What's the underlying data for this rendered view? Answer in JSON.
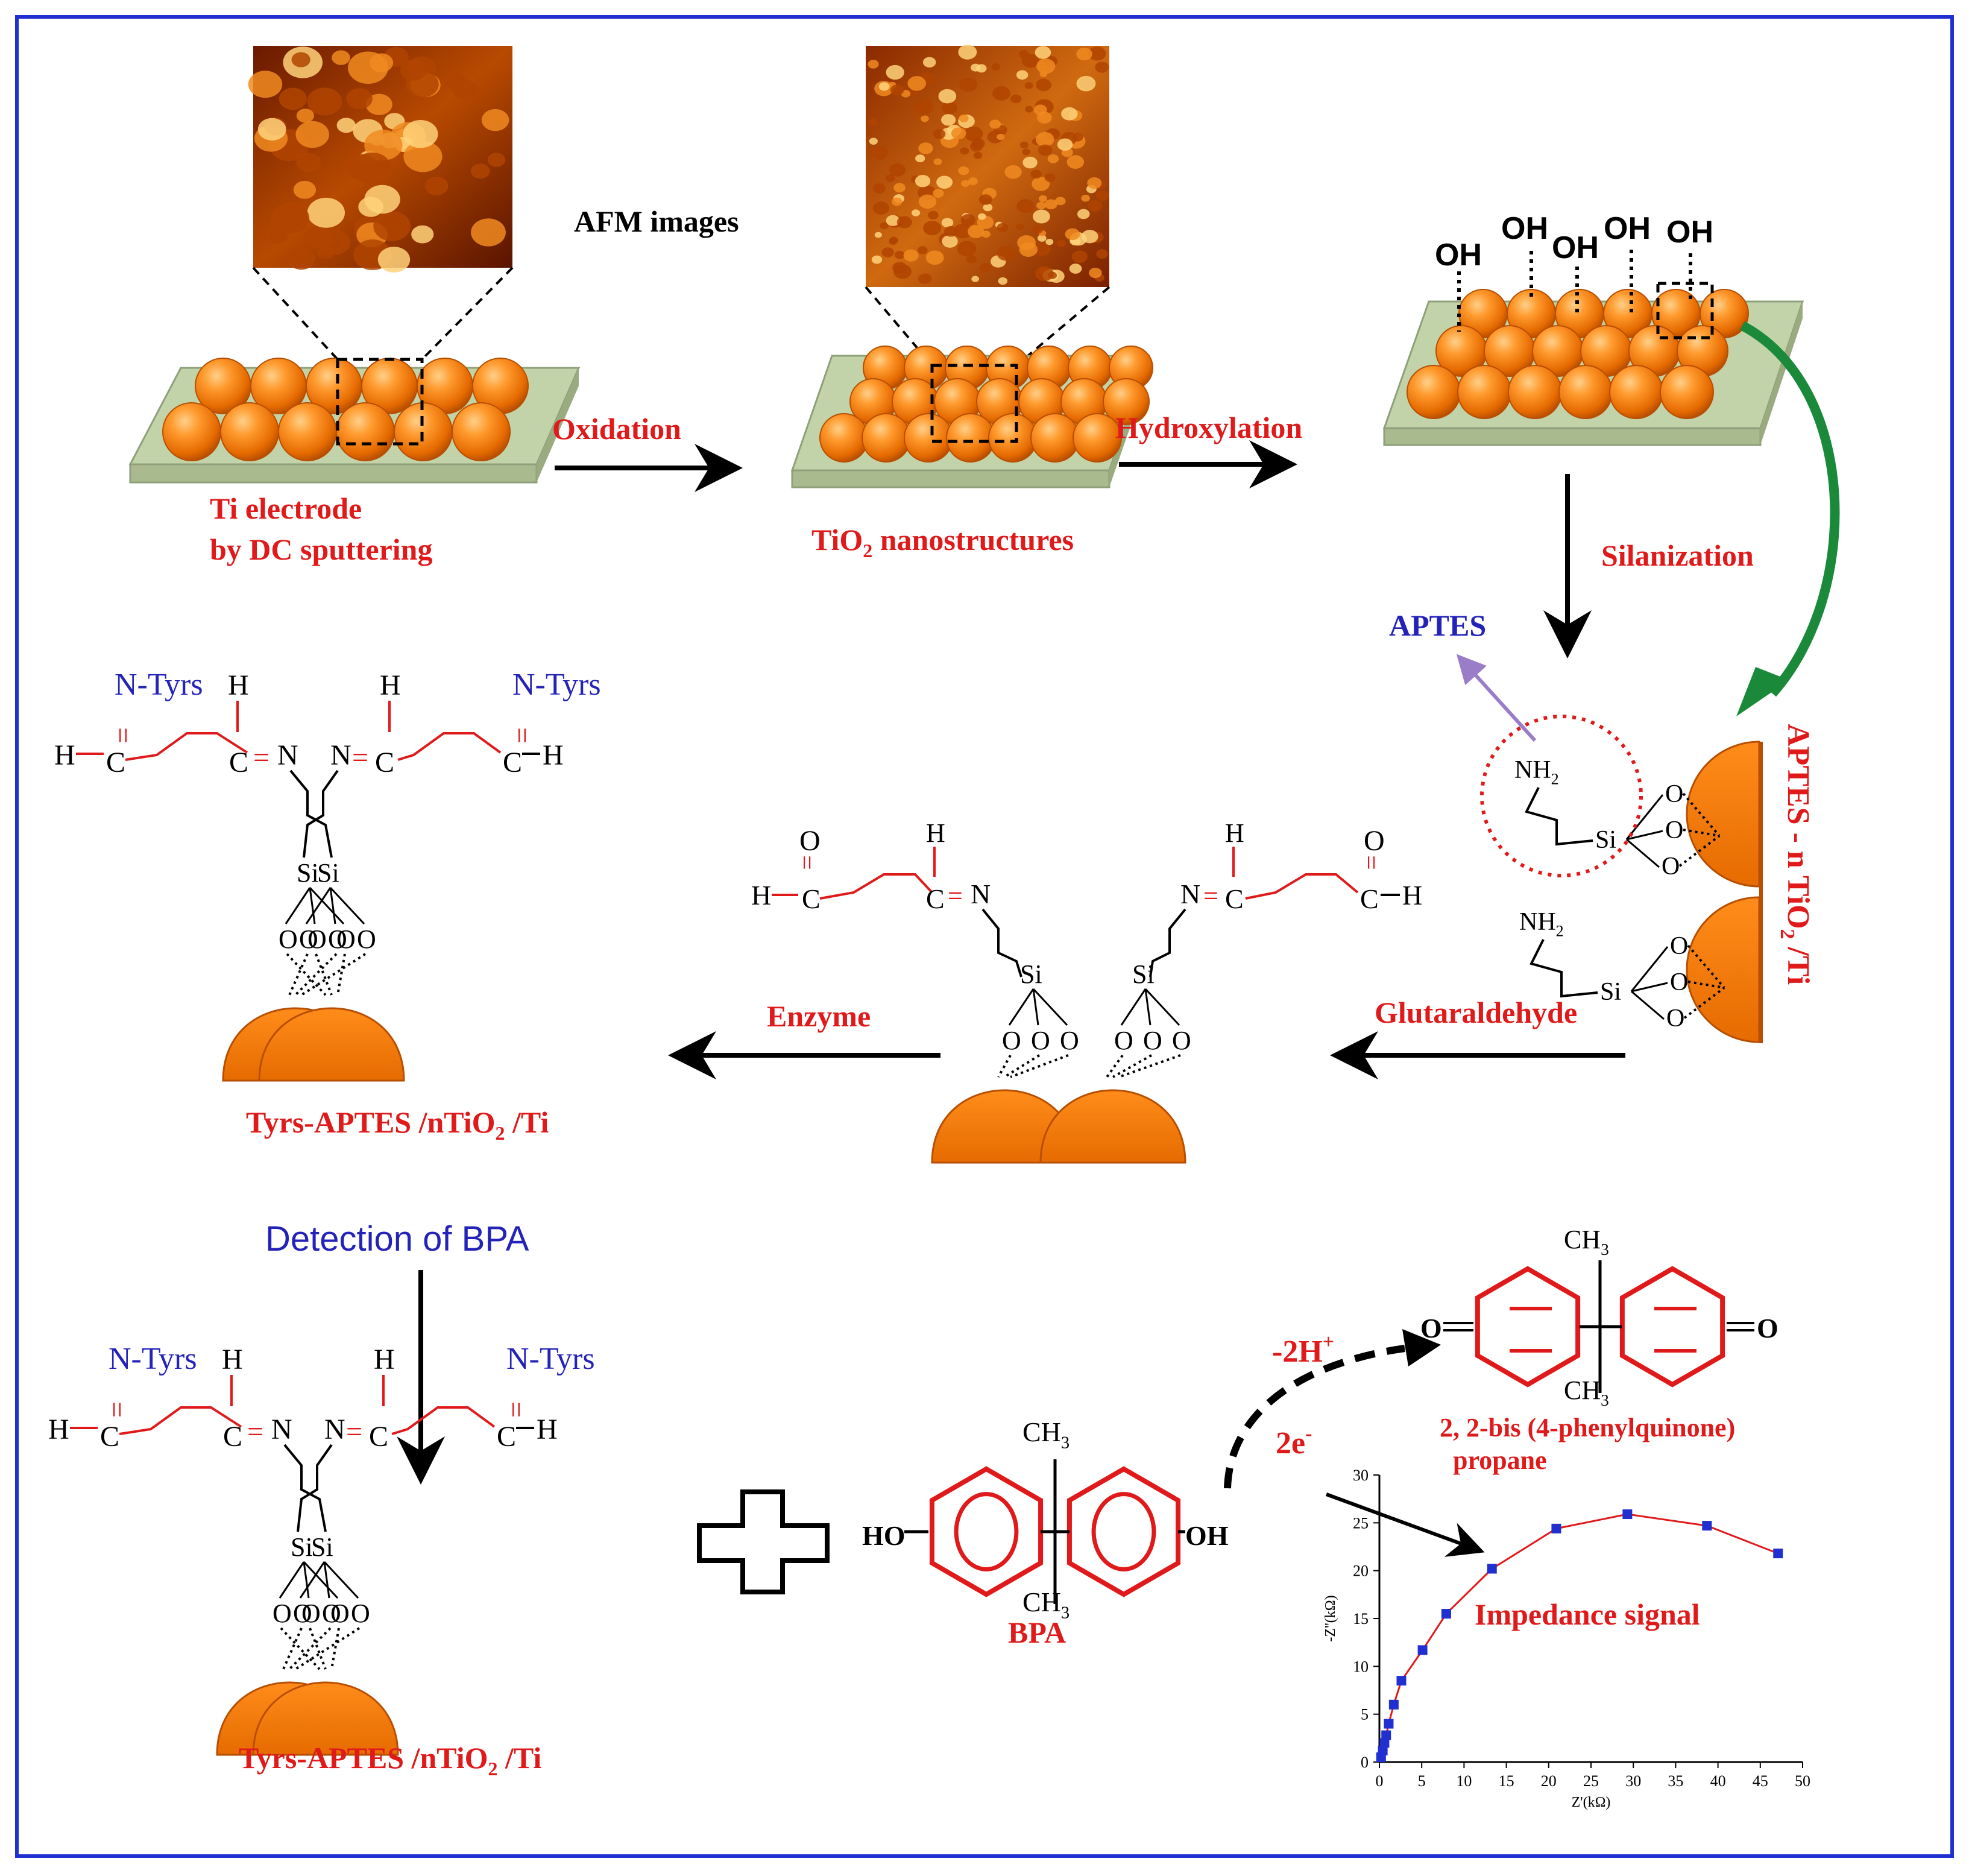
{
  "labels": {
    "afm": "AFM images",
    "ti_electrode_1": "Ti  electrode",
    "ti_electrode_2": "by DC sputtering",
    "oxidation": "Oxidation",
    "tio2_nano_a": "TiO",
    "tio2_nano_sub": "2",
    "tio2_nano_b": " nanostructures",
    "hydroxylation": "Hydroxylation",
    "silanization": "Silanization",
    "aptes": "APTES",
    "aptes_side_a": "APTES - n TiO",
    "aptes_side_sub": "2",
    "aptes_side_b": " /Ti",
    "glutaraldehyde": "Glutaraldehyde",
    "enzyme": "Enzyme",
    "tyrs_a": "Tyrs-APTES /nTiO",
    "tyrs_sub": "2",
    "tyrs_b": " /Ti",
    "detection": "Detection of BPA",
    "bpa": "BPA",
    "minus2h": "-2H",
    "plus_sup": "+",
    "two_e": "2e",
    "minus_sup": "-",
    "quinone_1": "2, 2-bis (4-phenylquinone)",
    "quinone_2": "propane",
    "impedance": "Impedance signal"
  },
  "chem": {
    "oh": "OH",
    "ntyrs": "N-Tyrs",
    "h": "H",
    "c": "C",
    "n": "N",
    "eq": "=",
    "si": "Si",
    "o": "O",
    "nh2": "NH",
    "sub2": "2",
    "ch3": "CH",
    "sub3": "3",
    "ho": "HO"
  },
  "colors": {
    "accent_red": "#e01a1a",
    "accent_blue": "#2323b8",
    "sphere_orange": "#f07b10",
    "substrate_green": "#c3d3a9",
    "frame_blue": "#1f2fd0",
    "arc_green": "#1a8a3a",
    "arrow_purple": "#9a7cc9"
  },
  "chart_data": {
    "type": "scatter",
    "title": "",
    "xlabel": "Z'(kΩ)",
    "ylabel": "-Z''(kΩ)",
    "xlim": [
      0,
      50
    ],
    "ylim": [
      0,
      30
    ],
    "xticks": [
      "0",
      "5",
      "10",
      "15",
      "20",
      "25",
      "30",
      "35",
      "40",
      "45",
      "50"
    ],
    "yticks": [
      "0",
      "5",
      "10",
      "15",
      "20",
      "25",
      "30"
    ],
    "series": [
      {
        "points": [
          [
            0.2,
            0.5
          ],
          [
            0.4,
            1.2
          ],
          [
            0.6,
            2.0
          ],
          [
            0.8,
            2.8
          ],
          [
            1.1,
            4.0
          ],
          [
            1.7,
            6.0
          ],
          [
            2.6,
            8.5
          ],
          [
            5.1,
            11.7
          ],
          [
            7.9,
            15.5
          ],
          [
            13.3,
            20.2
          ],
          [
            20.9,
            24.4
          ],
          [
            29.3,
            25.9
          ],
          [
            38.7,
            24.7
          ],
          [
            47.1,
            21.8
          ]
        ]
      }
    ]
  }
}
